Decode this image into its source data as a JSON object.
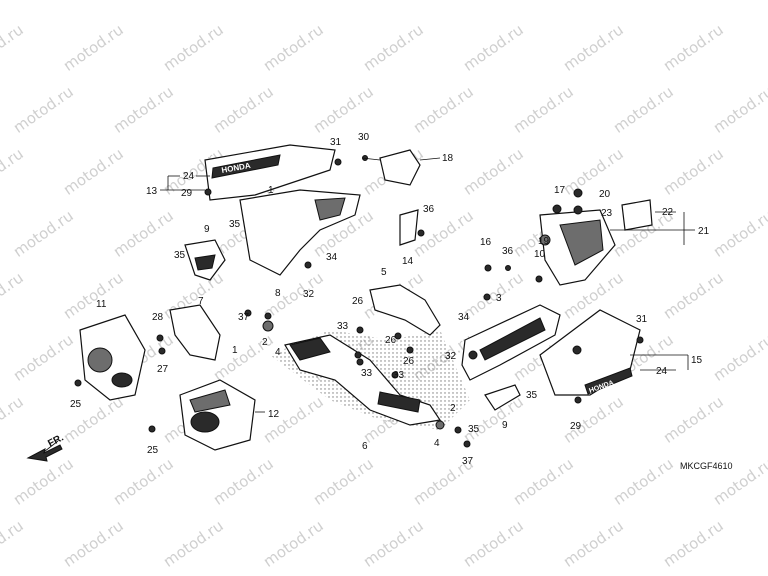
{
  "watermark": "motod.ru",
  "diagram_code": "MKCGF4610",
  "front_label": "FR.",
  "brand_text": "HONDA",
  "callouts": [
    "1",
    "2",
    "3",
    "4",
    "5",
    "6",
    "7",
    "8",
    "9",
    "10",
    "11",
    "12",
    "13",
    "14",
    "15",
    "16",
    "17",
    "18",
    "19",
    "20",
    "21",
    "22",
    "23",
    "24",
    "25",
    "26",
    "27",
    "28",
    "29",
    "30",
    "31",
    "32",
    "33",
    "34",
    "35",
    "36",
    "37"
  ]
}
